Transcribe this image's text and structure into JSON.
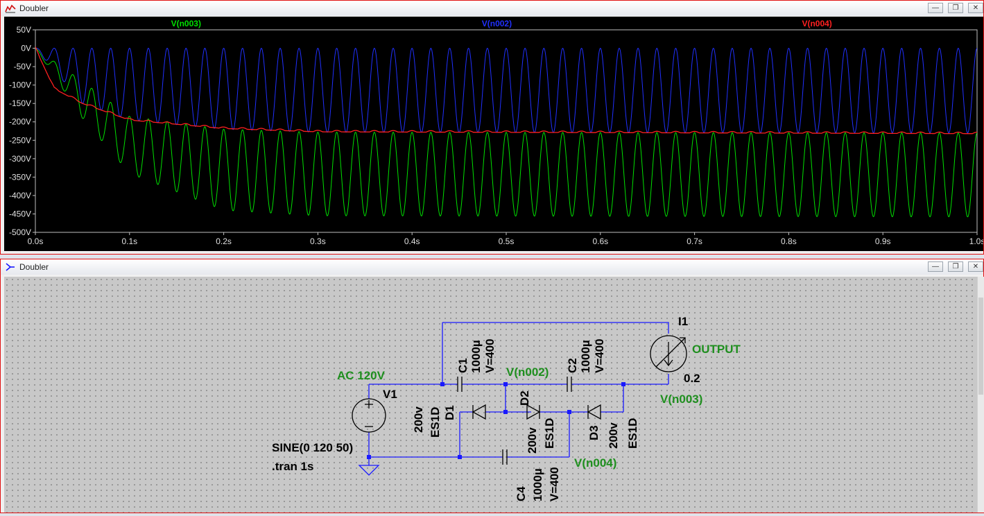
{
  "plot_window": {
    "title": "Doubler",
    "traces": [
      {
        "label": "V(n003)",
        "color": "#00e000"
      },
      {
        "label": "V(n002)",
        "color": "#2030ff"
      },
      {
        "label": "V(n004)",
        "color": "#ff2020"
      }
    ],
    "y_ticks": [
      "50V",
      "0V",
      "-50V",
      "-100V",
      "-150V",
      "-200V",
      "-250V",
      "-300V",
      "-350V",
      "-400V",
      "-450V",
      "-500V"
    ],
    "x_ticks": [
      "0.0s",
      "0.1s",
      "0.2s",
      "0.3s",
      "0.4s",
      "0.5s",
      "0.6s",
      "0.7s",
      "0.8s",
      "0.9s",
      "1.0s"
    ]
  },
  "schematic_window": {
    "title": "Doubler",
    "labels": {
      "ac": "AC 120V",
      "v1": "V1",
      "sine": "SINE(0 120 50)",
      "tran": ".tran 1s",
      "c1_name": "C1",
      "c1_cap": "1000µ",
      "c1_v": "V=400",
      "c2_name": "C2",
      "c2_cap": "1000µ",
      "c2_v": "V=400",
      "c4_name": "C4",
      "c4_cap": "1000µ",
      "c4_v": "V=400",
      "d1_name": "D1",
      "d1_model": "ES1D",
      "d1_v": "200v",
      "d2_name": "D2",
      "d2_model": "ES1D",
      "d2_v": "200v",
      "d3_name": "D3",
      "d3_model": "ES1D",
      "d3_v": "200v",
      "n002": "V(n002)",
      "n003": "V(n003)",
      "n004": "V(n004)",
      "i1": "I1",
      "output": "OUTPUT",
      "i1_val": "0.2"
    }
  },
  "colors": {
    "accent_border": "#e01010",
    "wire": "#1a1aff",
    "label_green": "#1f8f1f",
    "plot_bg": "#000000",
    "sch_bg": "#c8c8c8"
  },
  "chart_data": {
    "type": "line",
    "x_range": [
      0,
      1.0
    ],
    "ylim": [
      -500,
      50
    ],
    "grid": false,
    "series": [
      {
        "name": "V(n003)",
        "color": "#00e000",
        "desc_points": [
          [
            0,
            0
          ],
          [
            0.05,
            -190
          ],
          [
            0.1,
            -340
          ],
          [
            0.2,
            -440
          ],
          [
            0.3,
            -455
          ],
          [
            1.0,
            -458
          ]
        ],
        "upper": [
          [
            0,
            0
          ],
          [
            0.05,
            -90
          ],
          [
            0.1,
            -185
          ],
          [
            0.2,
            -220
          ],
          [
            0.3,
            -228
          ],
          [
            1.0,
            -230
          ]
        ]
      },
      {
        "name": "V(n002)",
        "color": "#2030ff",
        "peak": 0,
        "trough_points": [
          [
            0,
            0
          ],
          [
            0.05,
            -150
          ],
          [
            0.1,
            -195
          ],
          [
            0.2,
            -220
          ],
          [
            0.3,
            -228
          ],
          [
            1.0,
            -230
          ]
        ]
      },
      {
        "name": "V(n004)",
        "color": "#ff2020",
        "env_points": [
          [
            0,
            0
          ],
          [
            0.02,
            -110
          ],
          [
            0.05,
            -150
          ],
          [
            0.1,
            -195
          ],
          [
            0.2,
            -218
          ],
          [
            0.3,
            -227
          ],
          [
            1.0,
            -232
          ]
        ]
      }
    ],
    "frequency_hz": 50
  }
}
